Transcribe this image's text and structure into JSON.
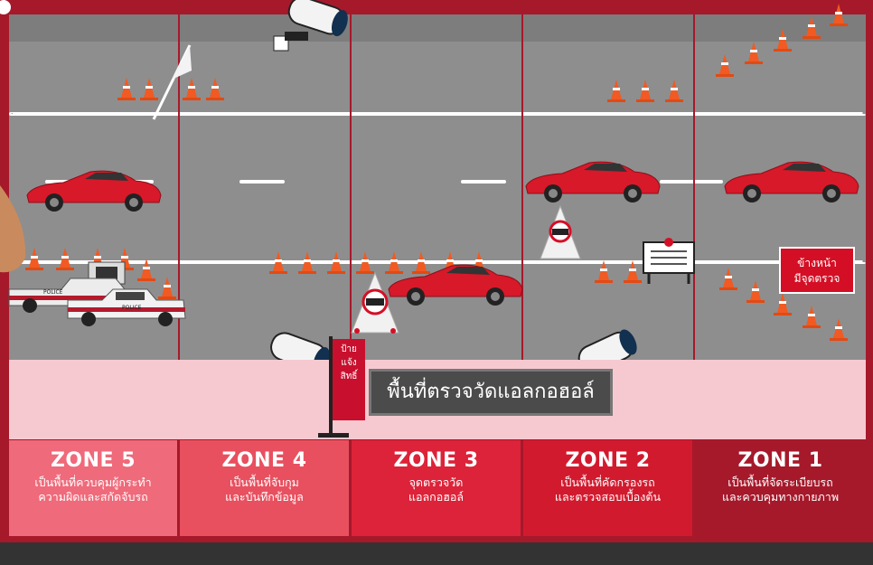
{
  "road_sign_label": "พื้นที่ตรวจวัดแอลกอฮอล์",
  "notify_sign_lines": [
    "ป้าย",
    "แจ้ง",
    "สิทธิ์"
  ],
  "checkpoint_sign_lines": [
    "ข้างหน้า",
    "มีจุดตรวจ"
  ],
  "police_label": "POLICE",
  "zones": [
    {
      "title": "ZONE 5",
      "desc_lines": [
        "เป็นพื้นที่ควบคุมผู้กระทำ",
        "ความผิดและสกัดจับรถ"
      ],
      "color": "#ef6a7a"
    },
    {
      "title": "ZONE 4",
      "desc_lines": [
        "เป็นพื้นที่จับกุม",
        "และบันทึกข้อมูล"
      ],
      "color": "#e8505f"
    },
    {
      "title": "ZONE 3",
      "desc_lines": [
        "จุดตรวจวัด",
        "แอลกอฮอล์"
      ],
      "color": "#dc2339"
    },
    {
      "title": "ZONE 2",
      "desc_lines": [
        "เป็นพื้นที่คัดกรองรถ",
        "และตรวจสอบเบื้องต้น"
      ],
      "color": "#d21a2e"
    },
    {
      "title": "ZONE 1",
      "desc_lines": [
        "เป็นพื้นที่จัดระเบียบรถ",
        "และควบคุมทางกายภาพ"
      ],
      "color": "#a5192b"
    }
  ]
}
